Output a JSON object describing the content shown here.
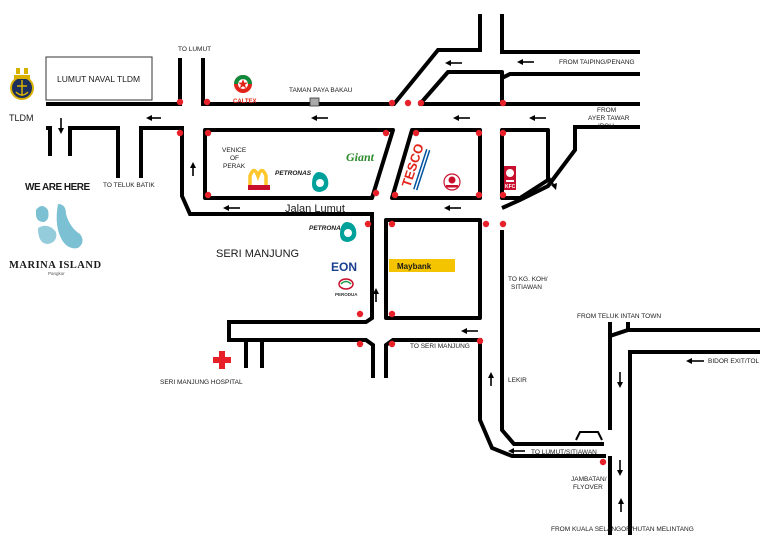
{
  "labels": {
    "to_lumut_top": "TO LUMUT",
    "lumut_naval": "LUMUT NAVAL TLDM",
    "tldm": "TLDM",
    "we_are_here": "WE ARE HERE",
    "to_teluk_batik": "TO TELUK BATIK",
    "taman_paya_bakau": "TAMAN PAYA BAKAU",
    "from_taiping": "FROM TAIPING/PENANG",
    "from_ayer_tawar_1": "FROM",
    "from_ayer_tawar_2": "AYER TAWAR",
    "from_ayer_tawar_3": "IPOH",
    "venice_1": "VENICE",
    "venice_2": "OF",
    "venice_3": "PERAK",
    "jalan_lumut": "Jalan Lumut",
    "seri_manjung": "SERI MANJUNG",
    "to_kg_koh_1": "TO KG. KOH/",
    "to_kg_koh_2": "SITIAWAN",
    "to_seri_manjung": "TO SERI MANJUNG",
    "lekir": "LEKIR",
    "seri_manjung_hospital": "SERI MANJUNG HOSPITAL",
    "from_teluk_intan": "FROM TELUK INTAN TOWN",
    "bidor_exit": "BIDOR EXIT/TOL",
    "to_lumut_sitiawan": "TO LUMUT/SITIAWAN",
    "jambatan_1": "JAMBATAN/",
    "jambatan_2": "FLYOVER",
    "from_kuala_selangor": "FROM KUALA SELANGOR/HUTAN MELINTANG"
  },
  "landmarks": {
    "caltex": "CALTEX",
    "petronas_1": "PETRONAS",
    "petronas_2": "PETRONAS",
    "giant": "Giant",
    "tesco": "TESCO",
    "kfc": "KFC",
    "eon": "EON",
    "maybank": "Maybank",
    "perodua": "PERODUA",
    "marina_island": "MARINA ISLAND",
    "marina_sub": "Pangkor"
  },
  "colors": {
    "dot": "#e8202a",
    "maybank_bg": "#f5c400",
    "petronas": "#00a19a",
    "caltex_red": "#e2231a",
    "caltex_green": "#0e8a3a",
    "mcd_yellow": "#ffc72c",
    "tesco_red": "#e2231a",
    "tesco_blue": "#00539f",
    "giant_green": "#2e8b2e",
    "eon_blue": "#1b3f8f",
    "hospital_red": "#e8202a",
    "marina_teal": "#5ab0c8"
  },
  "icons": [
    "tldm-crest-icon",
    "caltex-star-icon",
    "petronas-logo-icon",
    "mcdonalds-logo-icon",
    "tesco-logo-icon",
    "secret-recipe-logo-icon",
    "kfc-logo-icon",
    "perodua-logo-icon",
    "hospital-cross-icon",
    "marina-island-logo-icon"
  ]
}
